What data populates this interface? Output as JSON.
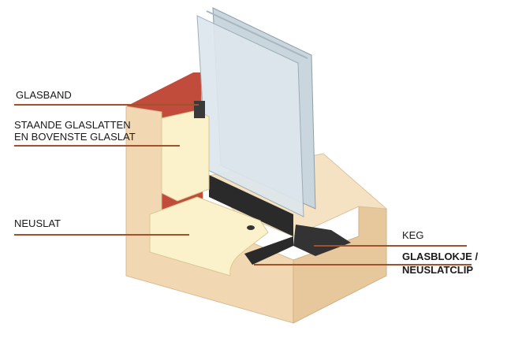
{
  "labels": {
    "glasband": "GLASBAND",
    "staande_line1": "STAANDE GLASLATTEN",
    "staande_line2": "EN BOVENSTE GLASLAT",
    "neuslat": "NEUSLAT",
    "keg": "KEG",
    "glasblokje_line1": "GLASBLOKJE /",
    "glasblokje_line2": "NEUSLATCLIP"
  },
  "colors": {
    "leader_line": "#a0522d",
    "frame_wood": "#f1d7b0",
    "frame_shadow": "#b5473a",
    "glaslat": "#fbf2cc",
    "glass": "#cfdde5",
    "block": "#2b2b2b"
  }
}
